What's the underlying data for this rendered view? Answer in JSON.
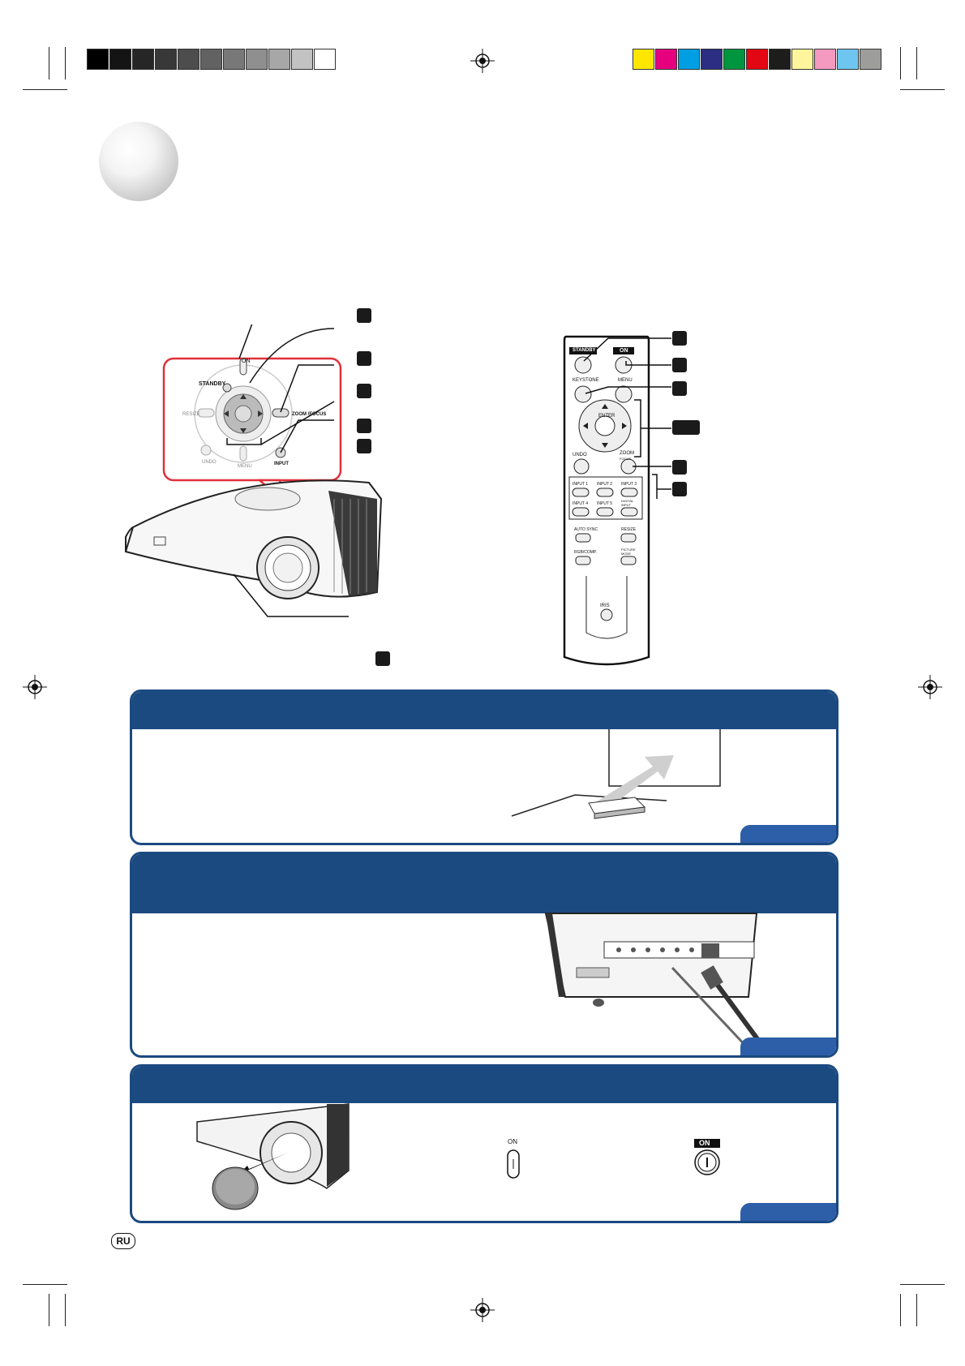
{
  "top_panel_labels": {
    "on": "ON",
    "standby": "STANDBY",
    "resize": "RESIZE",
    "zoom_focus": "ZOOM /FOCUS",
    "undo": "UNDO",
    "menu": "MENU",
    "input": "INPUT"
  },
  "remote_labels": {
    "standby": "STANDBY",
    "on": "ON",
    "keystone": "KEYSTONE",
    "menu": "MENU",
    "enter": "ENTER",
    "undo": "UNDO",
    "zoom": "ZOOM",
    "focus": "FOCUS",
    "input1": "INPUT 1",
    "input2": "INPUT 2",
    "input3": "INPUT 3",
    "input4": "INPUT 4",
    "input5": "INPUT 5",
    "digital_input": "DIGITAL INPUT",
    "auto_sync": "AUTO SYNC",
    "resize": "RESIZE",
    "rgb_comp": "RGB/COMP.",
    "picture_mode": "PICTURE MODE",
    "iris": "IRIS"
  },
  "step3": {
    "on_label_projector": "ON",
    "on_label_remote": "ON"
  },
  "footer": {
    "language_badge": "RU"
  },
  "colors": {
    "panel_blue": "#1b4a80",
    "tab_blue": "#2d5fa8",
    "highlight_red": "#e0303a",
    "color_bar": [
      "#ffe600",
      "#e6007e",
      "#009fe3",
      "#2b2e83",
      "#009640",
      "#e30613",
      "#1d1d1b",
      "#fff59d",
      "#f49ac1",
      "#6ec6f0",
      "#9d9d9c"
    ],
    "gray_bar": [
      "#000000",
      "#141414",
      "#262626",
      "#383838",
      "#4d4d4d",
      "#626262",
      "#787878",
      "#8f8f8f",
      "#a7a7a7",
      "#c2c2c2",
      "#ffffff"
    ]
  }
}
